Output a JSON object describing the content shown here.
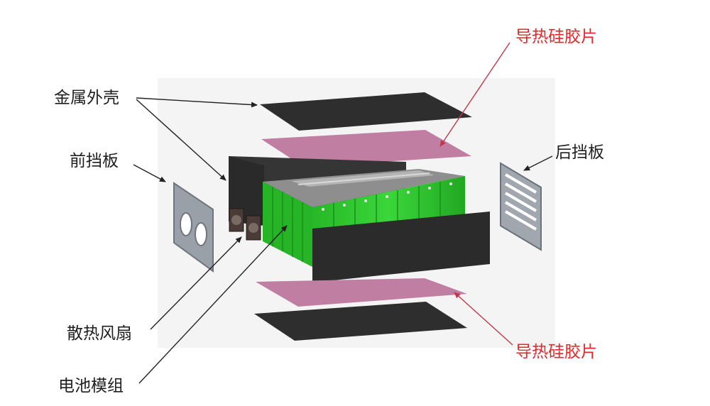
{
  "labels": {
    "top_pad": "导热硅胶片",
    "metal_shell": "金属外壳",
    "front_plate": "前挡板",
    "rear_plate": "后挡板",
    "fan": "散热风扇",
    "battery_module": "电池模组",
    "bottom_pad": "导热硅胶片"
  },
  "colors": {
    "shell": "#2e2e2e",
    "pad": "#c07ea3",
    "cell_green": "#2ec82e",
    "plate_gray": "#9aa0a8",
    "label_red": "#e5262a",
    "label_black": "#1f1f1f"
  }
}
